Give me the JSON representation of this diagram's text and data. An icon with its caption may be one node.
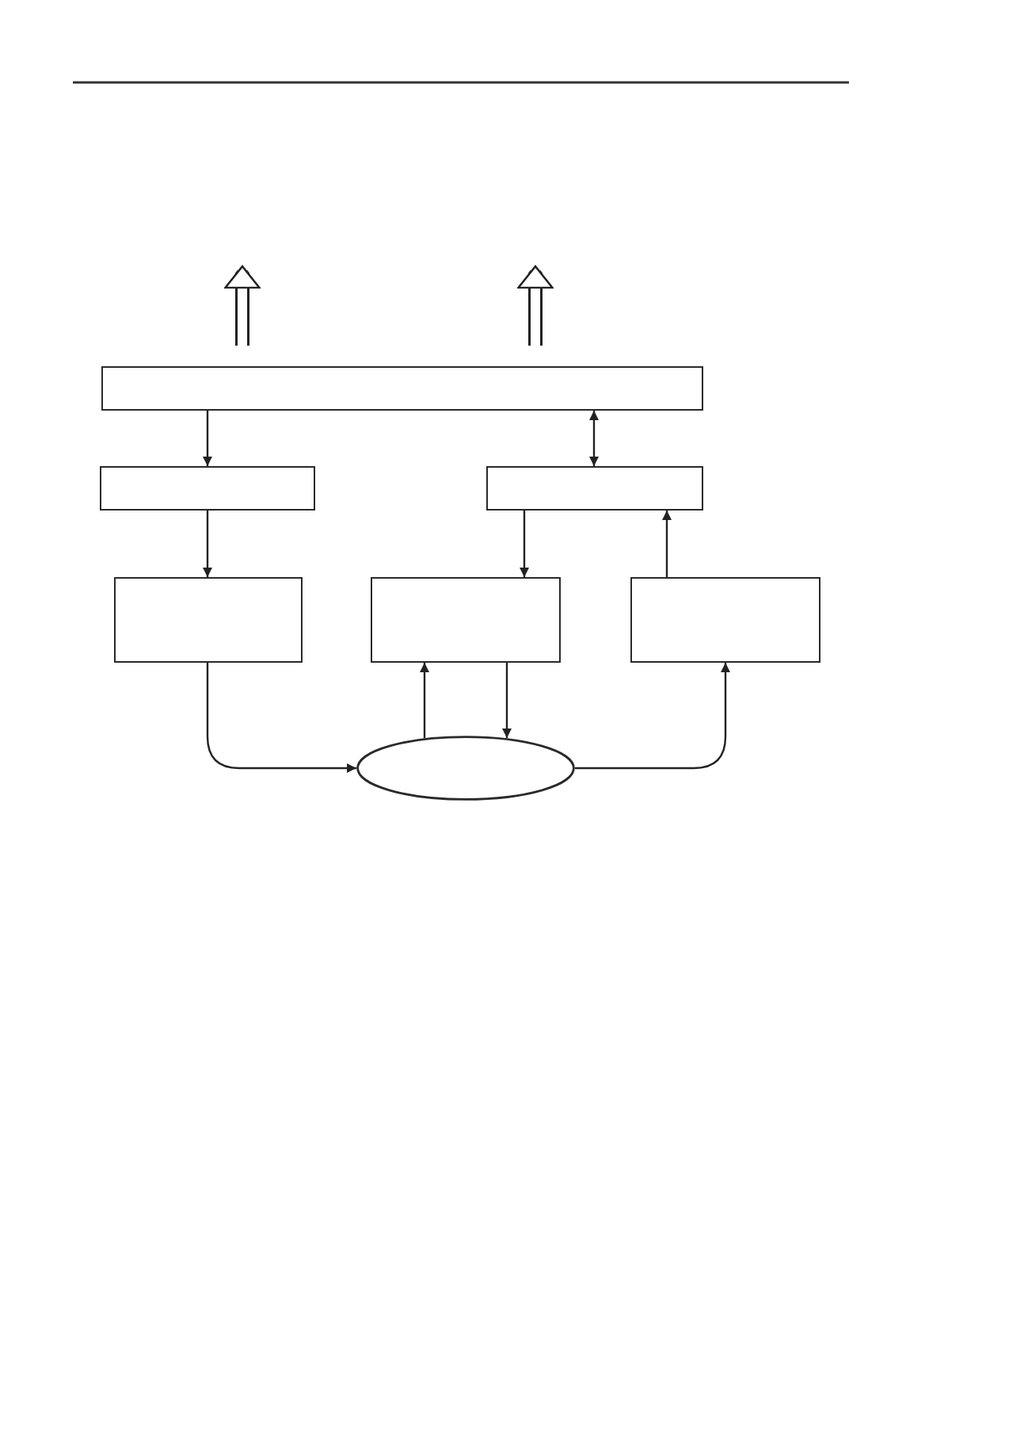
{
  "diagram": {
    "nodes": [
      {
        "text": [],
        "shape": "box"
      },
      {
        "text": [],
        "shape": "box"
      },
      {
        "text": [],
        "shape": "box"
      },
      {
        "text": [],
        "shape": "box"
      },
      {
        "text": [],
        "shape": "box"
      },
      {
        "text": [],
        "shape": "box"
      },
      {
        "text": [],
        "shape": "ellipse"
      }
    ],
    "edges": [
      {
        "from": 0,
        "to": 1,
        "arrow": "to"
      },
      {
        "from": 0,
        "to": 2,
        "arrow": "both"
      },
      {
        "from": 1,
        "to": 3,
        "arrow": "to"
      },
      {
        "from": 2,
        "to": 4,
        "arrow": "to"
      },
      {
        "from": 5,
        "to": 2,
        "arrow": "to"
      },
      {
        "from": 3,
        "to": 6,
        "arrow": "to"
      },
      {
        "from": 6,
        "to": 4,
        "arrow": "to"
      },
      {
        "from": 4,
        "to": 6,
        "arrow": "to"
      },
      {
        "from": 6,
        "to": 5,
        "arrow": "to"
      },
      {
        "from": 0,
        "to": null,
        "arrow": "to",
        "style": "thick"
      },
      {
        "from": 0,
        "to": null,
        "arrow": "to",
        "style": "thick"
      }
    ]
  }
}
